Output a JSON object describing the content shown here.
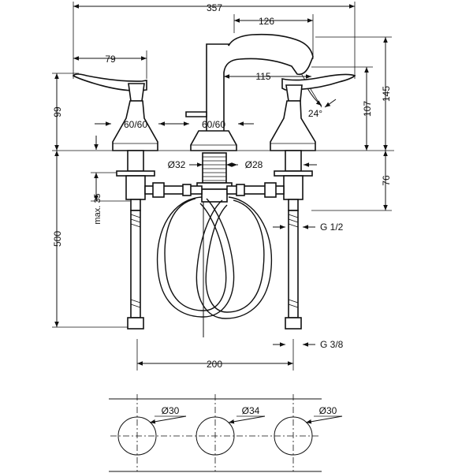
{
  "dimensions": {
    "overall_width": "357",
    "spout_reach": "126",
    "handle_width": "79",
    "spout_offset": "115",
    "handle_height": "99",
    "spout_height": "145",
    "outlet_height": "107",
    "angle": "24°",
    "left_base": "60/60",
    "center_base": "60/60",
    "spout_dia": "Ø32",
    "valve_dia": "Ø28",
    "hose_length": "500",
    "max_thickness": "max. 35",
    "shank_height": "76",
    "thread_valve": "G 1/2",
    "thread_hose": "G 3/8",
    "spacing": "200",
    "hole_left": "Ø30",
    "hole_center": "Ø34",
    "hole_right": "Ø30"
  },
  "colors": {
    "line": "#111111",
    "background": "#ffffff"
  }
}
